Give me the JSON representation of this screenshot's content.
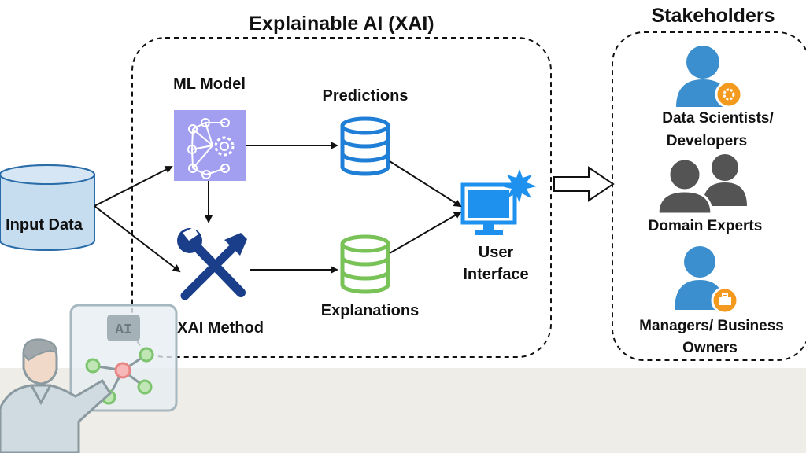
{
  "title": "Explainable AI (XAI)",
  "stakeholders_title": "Stakeholders",
  "nodes": {
    "input_data": "Input Data",
    "ml_model": "ML Model",
    "predictions": "Predictions",
    "xai_method": "XAI Method",
    "explanations": "Explanations",
    "user_interface": [
      "User",
      "Interface"
    ]
  },
  "stakeholders": [
    {
      "lines": [
        "Data Scientists/",
        "Developers"
      ],
      "icon": "person-gear-icon"
    },
    {
      "lines": [
        "Domain Experts"
      ],
      "icon": "people-group-icon"
    },
    {
      "lines": [
        "Managers/ Business",
        "Owners"
      ],
      "icon": "person-briefcase-icon"
    }
  ],
  "overlay": {
    "board_text": "AI",
    "icon": "presenter-board-icon"
  },
  "colors": {
    "ml_model_fill": "#a39ff0",
    "db_predictions": "#1f7fd6",
    "db_explanations": "#79c258",
    "tool_icon": "#1a3e8a",
    "monitor": "#1e90ee",
    "person_blue": "#3c8fce",
    "person_gray": "#545454",
    "badge_orange": "#f39a1e",
    "input_fill": "#c6dcef",
    "footer_band": "#eeede7"
  }
}
